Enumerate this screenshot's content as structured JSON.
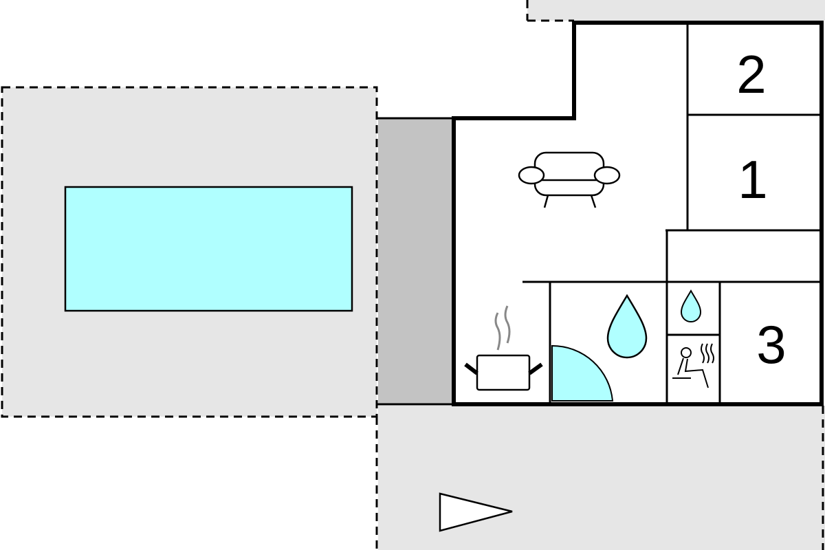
{
  "floorplan": {
    "rooms": [
      {
        "label": "2",
        "type": "bedroom"
      },
      {
        "label": "1",
        "type": "bedroom"
      },
      {
        "label": "3",
        "type": "bedroom"
      }
    ],
    "icons": [
      "sofa-icon",
      "cooking-pot-icon",
      "water-drop-icon",
      "shower-icon",
      "sauna-icon",
      "entrance-arrow-icon"
    ],
    "colors": {
      "water": "#b0ffff",
      "terrace": "#e6e6e6",
      "covered": "#c3c3c3",
      "wall": "#000000"
    }
  }
}
